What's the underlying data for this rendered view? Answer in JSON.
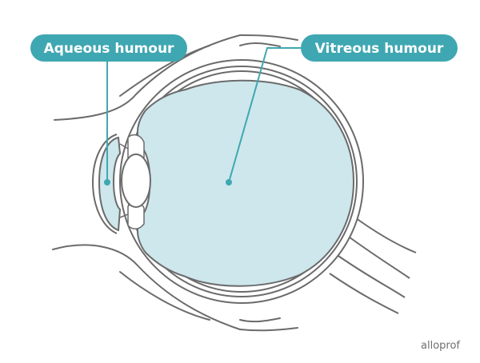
{
  "labels": {
    "aqueous": "Aqueous humour",
    "vitreous": "Vitreous humour"
  },
  "brand": "alloprof",
  "colors": {
    "label_bg": "#3fa7b2",
    "leader": "#3fa7b2",
    "fluid_fill": "#cde7ec",
    "outline": "#6b6b6b"
  }
}
